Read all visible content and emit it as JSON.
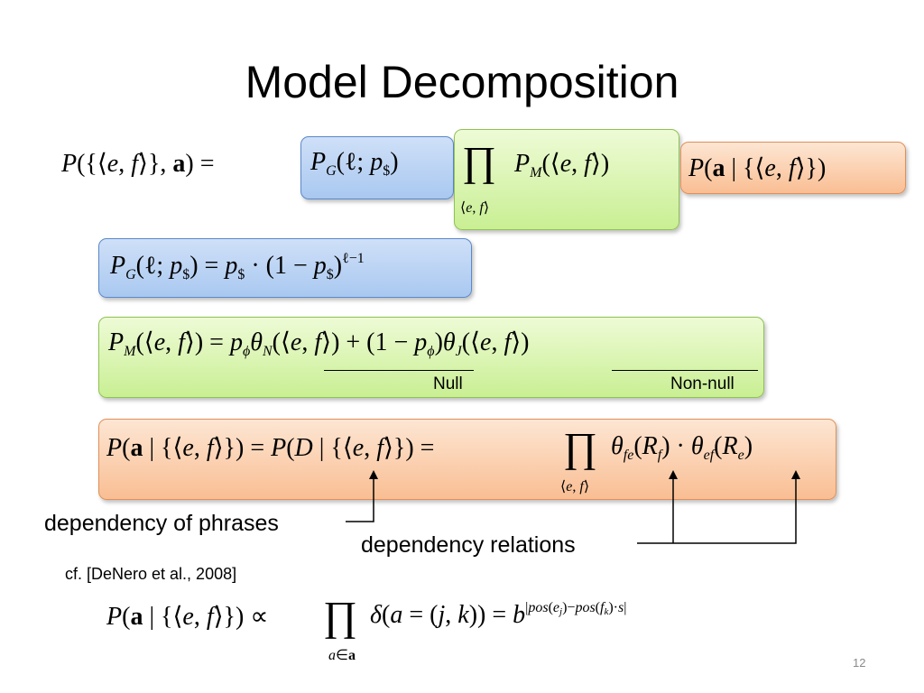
{
  "slide": {
    "title": "Model Decomposition",
    "page_number": "12",
    "labels": {
      "null": "Null",
      "non_null": "Non-null",
      "dependency_of_phrases": "dependency of phrases",
      "dependency_relations": "dependency relations",
      "citation": "cf. [DeNero et al., 2008]"
    },
    "colors": {
      "blue_box": "#a9c8f0",
      "green_box": "#c9ef93",
      "orange_box": "#f9be93"
    }
  }
}
